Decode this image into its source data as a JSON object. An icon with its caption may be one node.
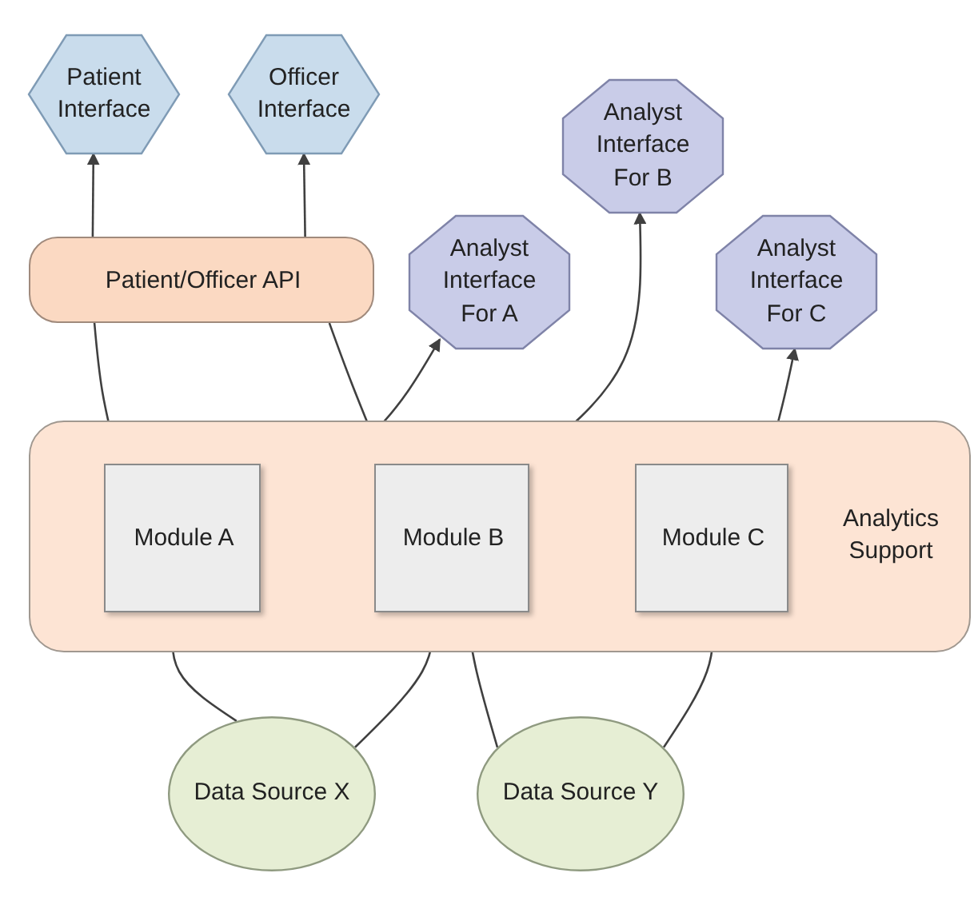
{
  "diagram": {
    "nodes": [
      {
        "text": [
          "Patient Interface"
        ]
      },
      {
        "text": [
          "Officer Interface"
        ]
      },
      {
        "text": [
          "Analyst Interface For B"
        ]
      },
      {
        "text": [
          "Patient/Officer API"
        ]
      },
      {
        "text": [
          "Analyst Interface For A"
        ]
      },
      {
        "text": [
          "Analyst Interface For C"
        ]
      },
      {
        "text": [
          "Analytics Support"
        ]
      },
      {
        "text": [
          "Module A"
        ],
        "in": 6
      },
      {
        "text": [
          "Module B"
        ],
        "in": 6
      },
      {
        "text": [
          "Module C"
        ],
        "in": 6
      },
      {
        "text": [
          "Data Source X"
        ]
      },
      {
        "text": [
          "Data Source Y"
        ]
      }
    ],
    "edges": [
      {
        "from": 3,
        "to": 0,
        "arrow": "to"
      },
      {
        "from": 3,
        "to": 1,
        "arrow": "to"
      },
      {
        "from": 7,
        "to": 3,
        "arrow": "none"
      },
      {
        "from": 8,
        "to": 3,
        "arrow": "none"
      },
      {
        "from": 7,
        "to": 4,
        "arrow": "to"
      },
      {
        "from": 8,
        "to": 2,
        "arrow": "to"
      },
      {
        "from": 9,
        "to": 5,
        "arrow": "to"
      },
      {
        "from": 10,
        "to": 7,
        "arrow": "to"
      },
      {
        "from": 10,
        "to": 8,
        "arrow": "to"
      },
      {
        "from": 11,
        "to": 8,
        "arrow": "to"
      },
      {
        "from": 11,
        "to": 9,
        "arrow": "to"
      }
    ]
  }
}
